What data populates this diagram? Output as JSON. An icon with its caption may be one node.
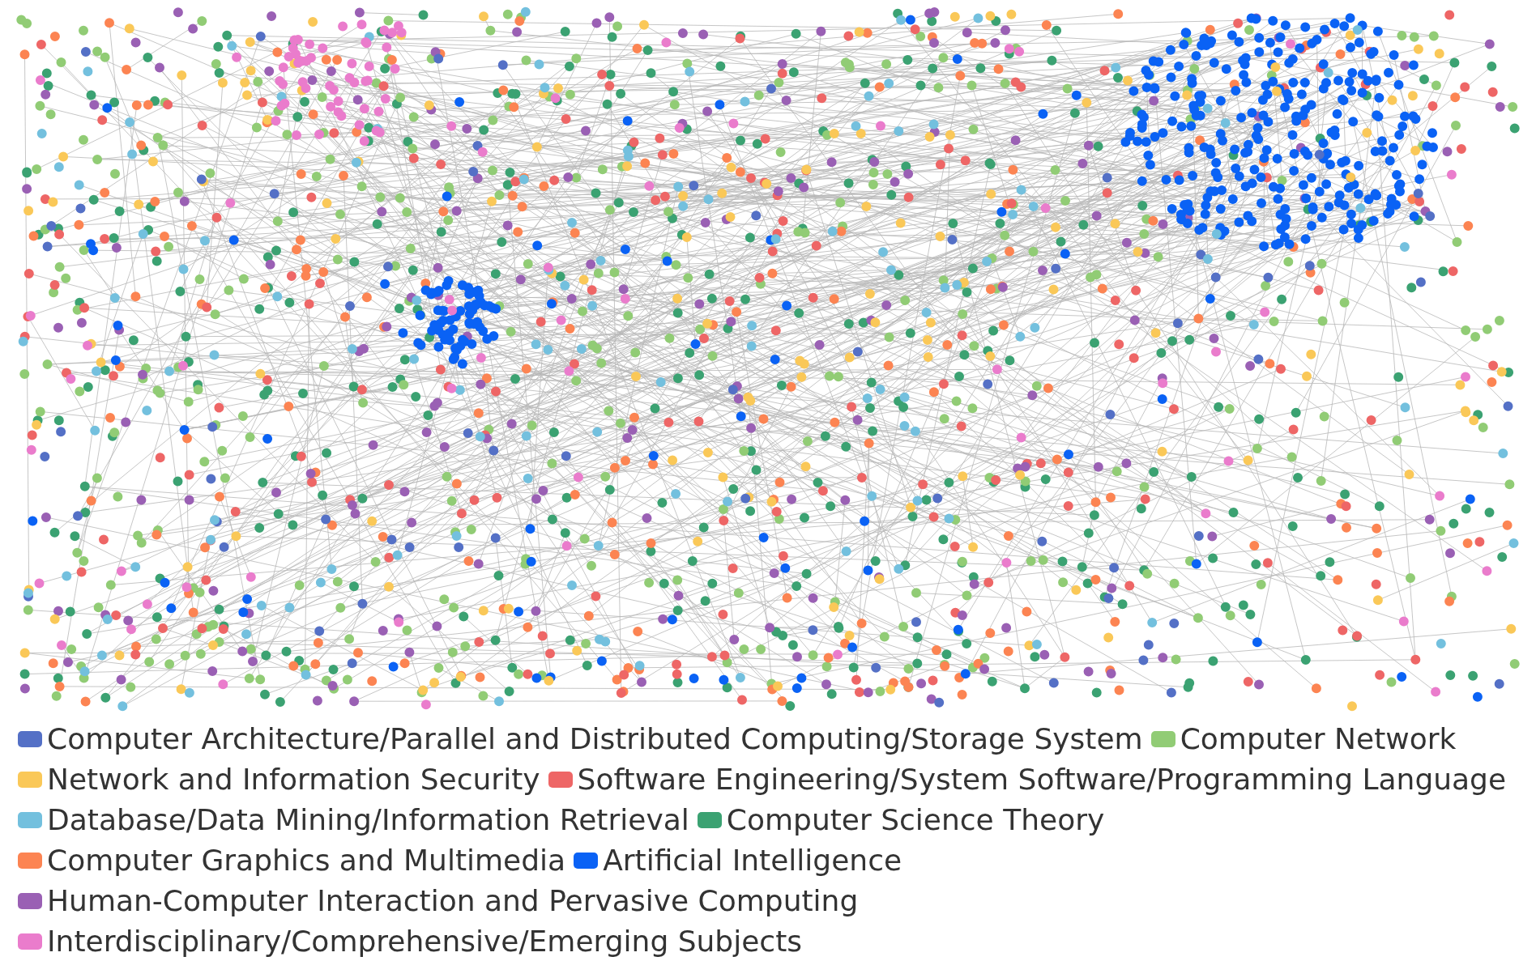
{
  "diagram": {
    "legend": [
      {
        "text": "Computer Architecture/Parallel and Distributed Computing/Storage System",
        "color": "#5470c6"
      },
      {
        "text": "Computer Network",
        "color": "#91cc75"
      },
      {
        "text": "Network and Information Security",
        "color": "#fac858"
      },
      {
        "text": "Software Engineering/System Software/Programming Language",
        "color": "#ee6666"
      },
      {
        "text": "Database/Data Mining/Information Retrieval",
        "color": "#73c0de"
      },
      {
        "text": "Computer Science Theory",
        "color": "#3ba272"
      },
      {
        "text": "Computer Graphics and Multimedia",
        "color": "#fc8452"
      },
      {
        "text": "Artificial Intelligence",
        "color": "#0a62f5"
      },
      {
        "text": "Human-Computer Interaction and Pervasive Computing",
        "color": "#9a60b4"
      },
      {
        "text": "Interdisciplinary/Comprehensive/Emerging Subjects",
        "color": "#ea7ccc"
      }
    ]
  }
}
